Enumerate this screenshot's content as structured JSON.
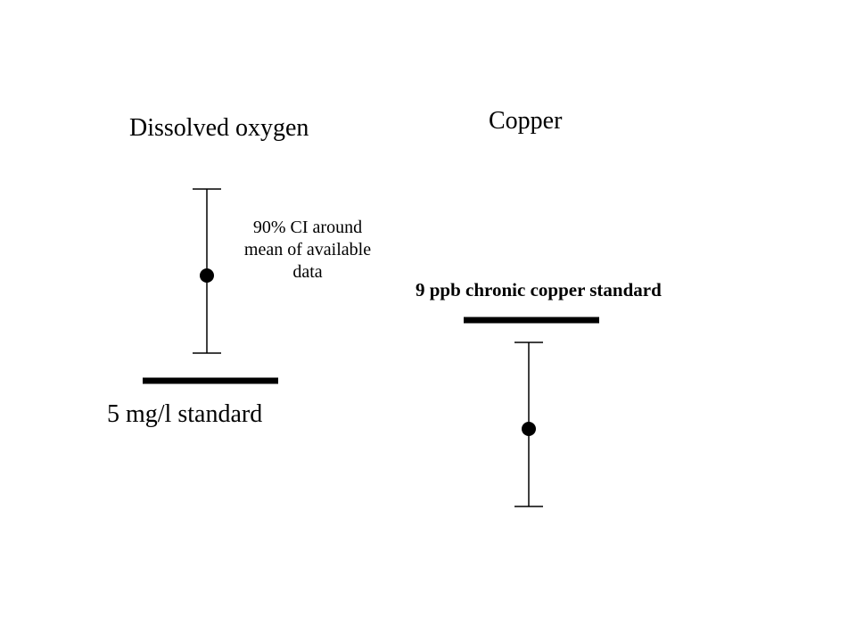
{
  "dissolved_oxygen": {
    "title": "Dissolved oxygen",
    "ci_note": "90% CI around mean of available data",
    "standard_label": "5 mg/l standard"
  },
  "copper": {
    "title": "Copper",
    "standard_label": "9 ppb chronic copper standard"
  },
  "colors": {
    "ink": "#000000",
    "background": "#ffffff"
  }
}
